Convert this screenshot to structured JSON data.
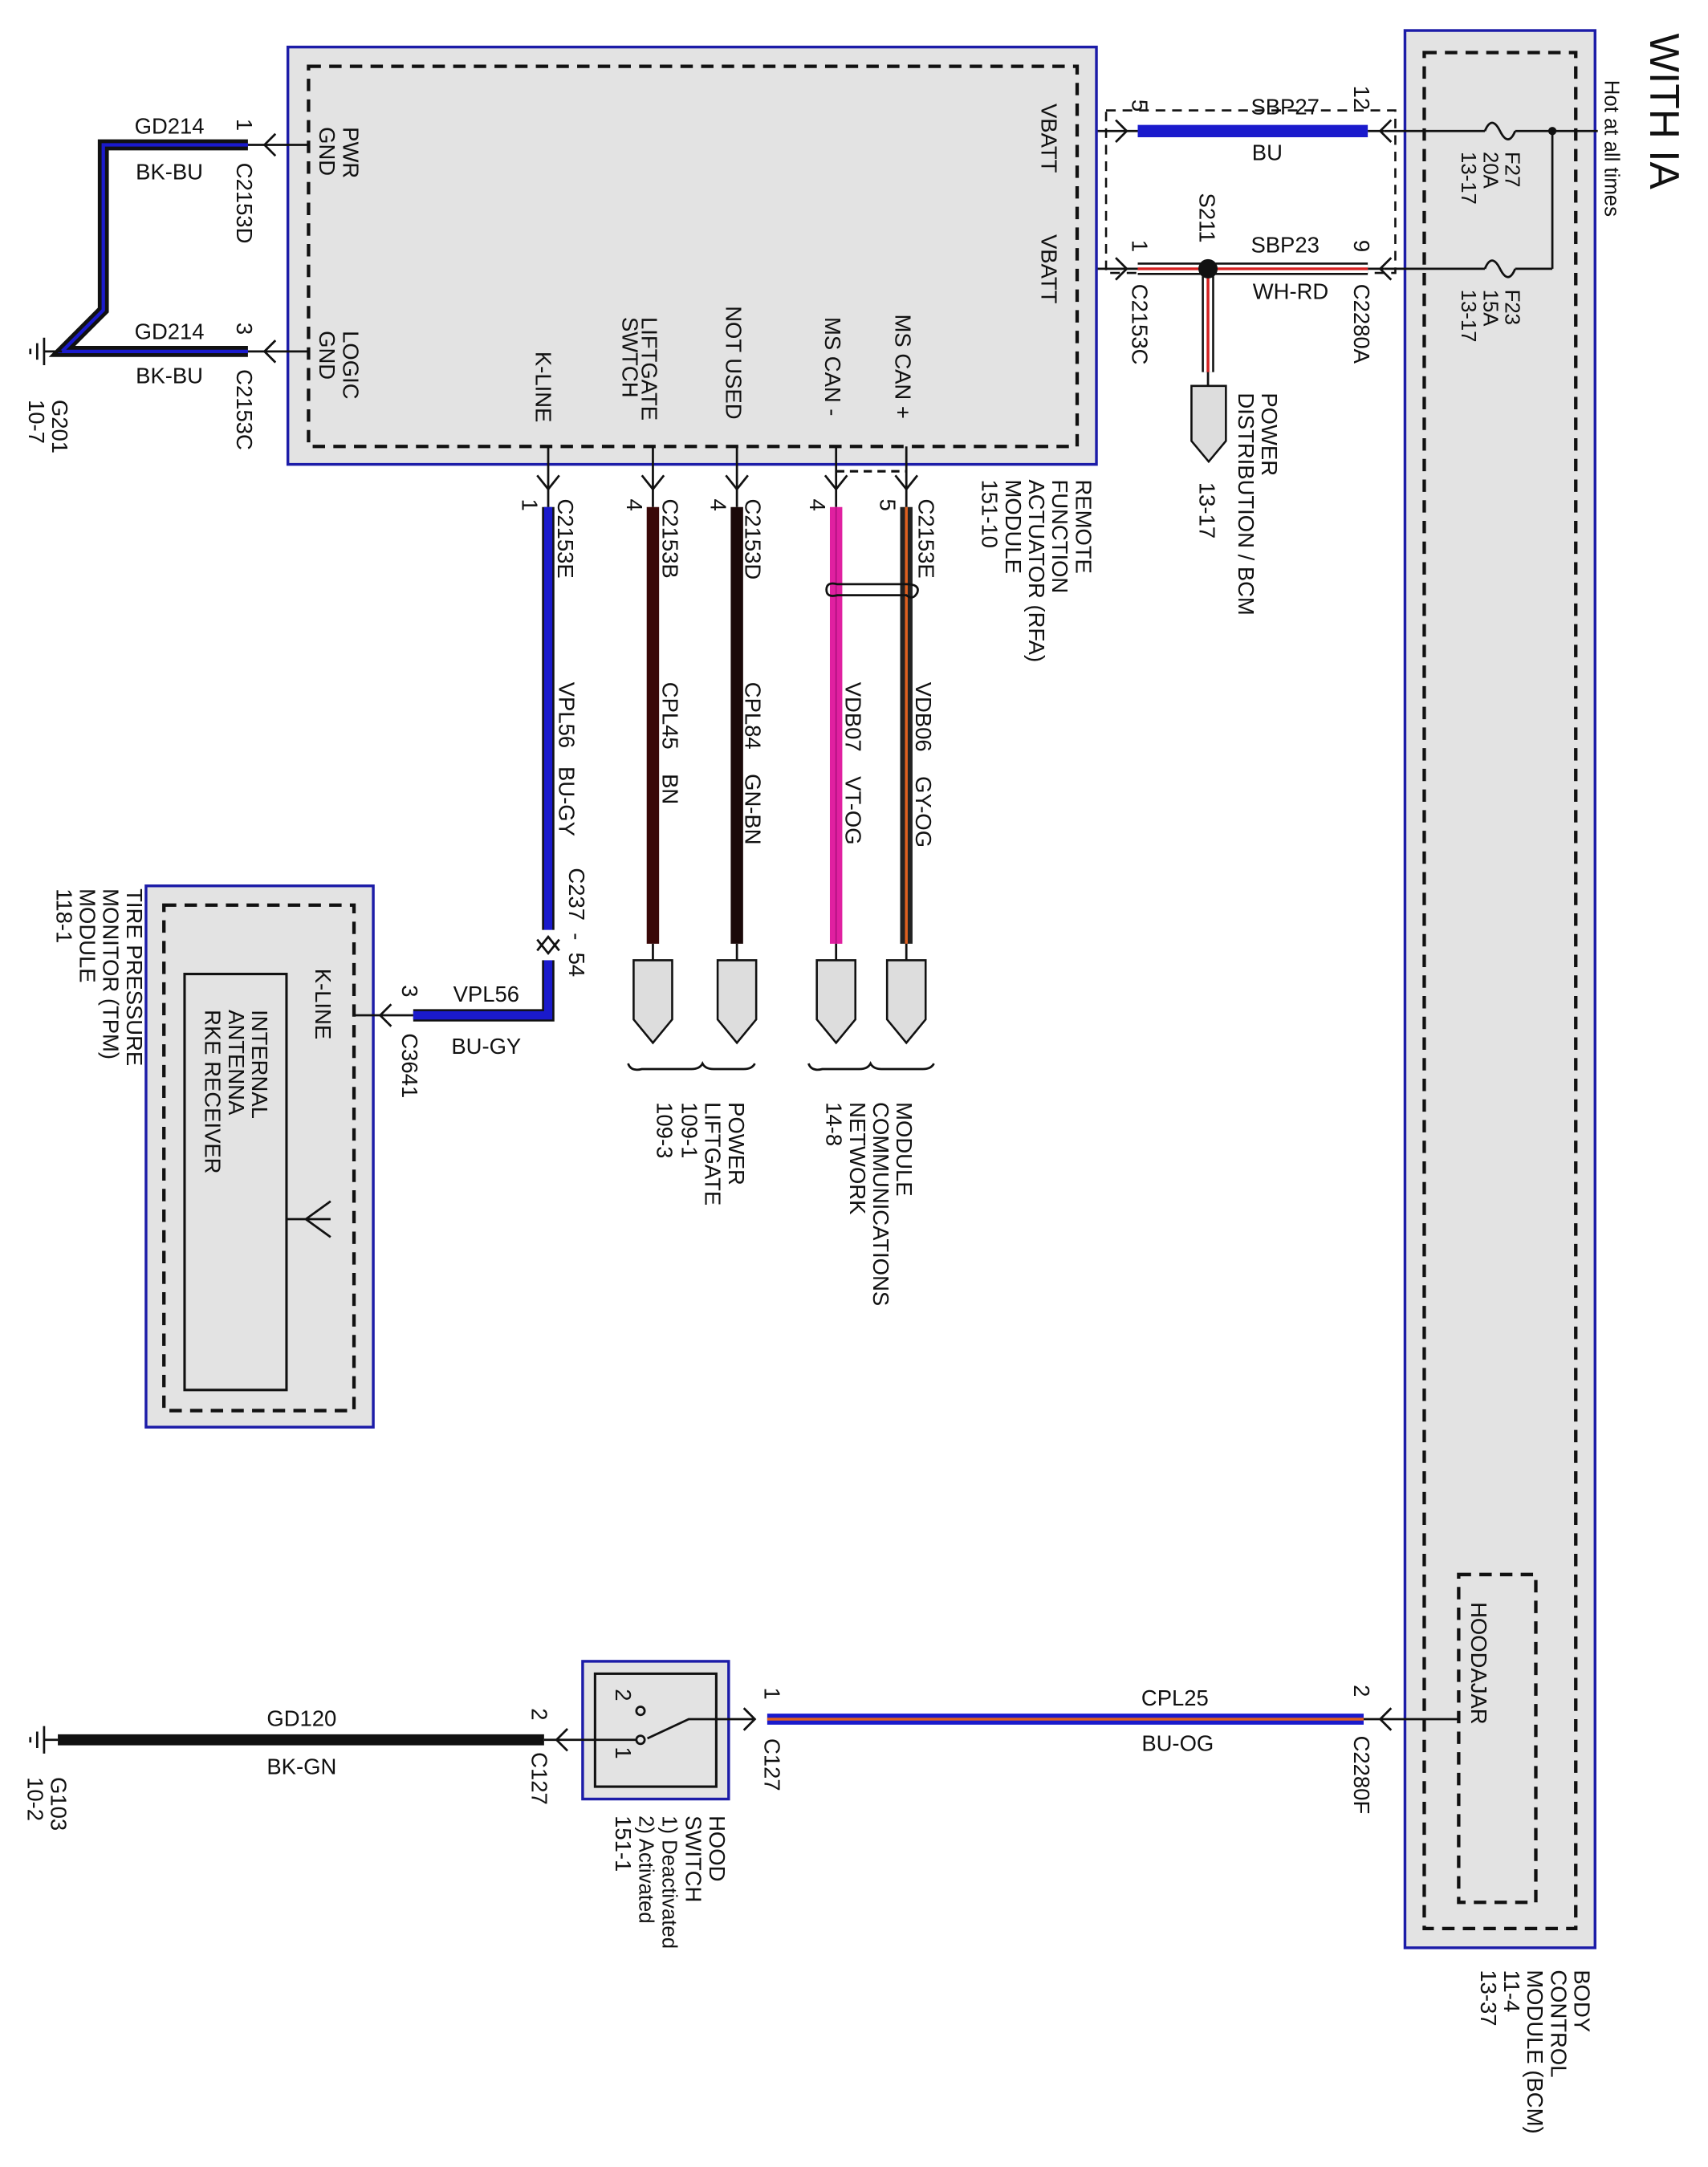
{
  "title": "WITH IA",
  "hot_label": "Hot at all times",
  "colors": {
    "module_border": "#1c1ca8",
    "module_fill": "#e3e3e3",
    "bu": "#1a1acc",
    "rd": "#d42020",
    "vt": "#e020a0",
    "og": "#e06020"
  },
  "bcm": {
    "label_lines": [
      "BODY",
      "CONTROL",
      "MODULE (BCM)",
      "11-4",
      "13-37"
    ],
    "hood_ajar": "HOODAJAR",
    "fuses": [
      {
        "name": "F27",
        "rating": "20A",
        "ref": "13-17"
      },
      {
        "name": "F23",
        "rating": "15A",
        "ref": "13-17"
      }
    ]
  },
  "rfa": {
    "label_lines": [
      "REMOTE",
      "FUNCTION",
      "ACTUATOR (RFA)",
      "MODULE",
      "151-10"
    ],
    "pins": {
      "vbatt1": "VBATT",
      "vbatt2": "VBATT",
      "pwr_gnd": [
        "PWR",
        "GND"
      ],
      "logic_gnd": [
        "LOGIC",
        "GND"
      ],
      "kline": "K-LINE",
      "liftgate": [
        "LIFTGATE",
        "SWTCH"
      ],
      "not_used": "NOT USED",
      "ms_can_minus": "MS CAN -",
      "ms_can_plus": "MS CAN +"
    }
  },
  "power_wires": {
    "sbp27": {
      "circuit": "SBP27",
      "color": "BU",
      "pin_rfa": "5",
      "pin_bcm": "12"
    },
    "sbp23": {
      "circuit": "SBP23",
      "color": "WH-RD",
      "pin_rfa": "1",
      "pin_bcm": "9",
      "conn_rfa": "C2153C",
      "conn_bcm": "C2280A"
    },
    "splice": "S211",
    "pd_label": [
      "POWER",
      "DISTRIBUTION / BCM"
    ],
    "pd_ref": "13-17"
  },
  "ground_wires": {
    "pwr": {
      "circuit": "GD214",
      "color": "BK-BU",
      "pin": "1",
      "conn": "C2153D"
    },
    "logic": {
      "circuit": "GD214",
      "color": "BK-BU",
      "pin": "3",
      "conn": "C2153C"
    },
    "ground": {
      "name": "G201",
      "ref": "10-7"
    }
  },
  "signal_wires": [
    {
      "pin": "1",
      "conn": "C2153E",
      "label": "VPL56   BU-GY"
    },
    {
      "pin": "4",
      "conn": "C2153B",
      "label": "CPL45    BN"
    },
    {
      "pin": "4",
      "conn": "C2153D",
      "label": "CPL84    GN-BN"
    },
    {
      "pin": "4",
      "conn": "",
      "label": "VDB07    VT-OG"
    },
    {
      "pin": "5",
      "conn": "C2153E",
      "label": "VDB06    GY-OG"
    }
  ],
  "inline_conn": "C237  -  54",
  "liftgate_dest": [
    "POWER",
    "LIFTGATE",
    "109-1",
    "109-3"
  ],
  "network_dest": [
    "MODULE",
    "COMMUNICATIONS",
    "NETWORK",
    "14-8"
  ],
  "tpm": {
    "label_lines": [
      "TIRE PRESSURE",
      "MONITOR (TPM)",
      "MODULE",
      "118-1"
    ],
    "inner": [
      "INTERNAL",
      "ANTENNA",
      "RKE RECEIVER"
    ],
    "pin_label": "K-LINE",
    "pin": "3",
    "conn": "C3641",
    "wire": {
      "circuit": "VPL56",
      "color": "BU-GY"
    }
  },
  "hood": {
    "label_lines": [
      "HOOD",
      "SWITCH",
      "1) Deactivated",
      "2) Activated",
      "151-1"
    ],
    "sw_pos": [
      "2",
      "1"
    ],
    "right": {
      "pin": "1",
      "conn": "C127"
    },
    "left": {
      "pin": "2",
      "conn": "C127"
    },
    "wire": {
      "circuit": "CPL25",
      "color": "BU-OG",
      "pin_bcm": "2",
      "conn_bcm": "C2280F"
    },
    "ground_wire": {
      "circuit": "GD120",
      "color": "BK-GN"
    },
    "ground": {
      "name": "G103",
      "ref": "10-2"
    }
  }
}
